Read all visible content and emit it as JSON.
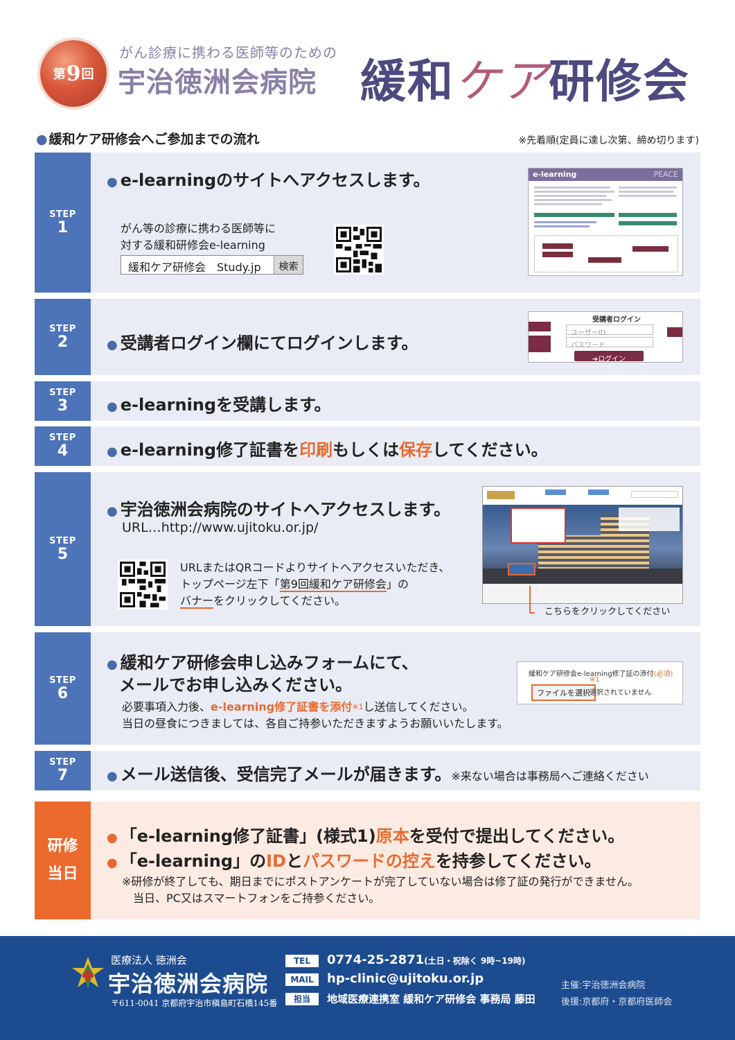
{
  "header": {
    "badge_num": "9",
    "badge_pre": "第",
    "badge_post": "回",
    "subtitle": "がん診療に携わる医師等のための",
    "hospital": "宇治徳洲会病院",
    "title_a": "緩和",
    "title_care": "ケア",
    "title_b": "研修会"
  },
  "flow": {
    "heading": "緩和ケア研修会へご参加までの流れ",
    "note": "※先着順(定員に達し次第、締め切ります)"
  },
  "step_label": "STEP",
  "steps": {
    "s1": {
      "num": "1",
      "lead": "e-learningのサイトへアクセスします。",
      "desc1": "がん等の診療に携わる医師等に",
      "desc2": "対する緩和研修会e-learning",
      "search_text": "緩和ケア研修会　Study.jp",
      "search_btn": "検索",
      "shot_title": "e-learning",
      "shot_brand": "PEACE"
    },
    "s2": {
      "num": "2",
      "lead": "受講者ログイン欄にてログインします。",
      "shot_title": "受講者ログイン",
      "user_ph": "ユーザーID",
      "pass_ph": "パスワード",
      "login_btn": "ログイン"
    },
    "s3": {
      "num": "3",
      "lead": "e-learningを受講します。"
    },
    "s4": {
      "num": "4",
      "lead_a": "e-learning修了証書を",
      "lead_print": "印刷",
      "lead_b": "もしくは",
      "lead_save": "保存",
      "lead_c": "してください。"
    },
    "s5": {
      "num": "5",
      "lead": "宇治徳洲会病院のサイトへアクセスします。",
      "url": "URL…http://www.ujitoku.or.jp/",
      "desc1": "URLまたはQRコードよりサイトへアクセスいただき、",
      "desc2_a": "トップページ左下「",
      "desc2_banner": "第9回緩和ケア研修会",
      "desc2_b": "」の",
      "desc3_a": "バナー",
      "desc3_b": "をクリックしてください。",
      "click_note": "こちらをクリックしてください"
    },
    "s6": {
      "num": "6",
      "lead1": "緩和ケア研修会申し込みフォームにて、",
      "lead2": "メールでお申し込みください。",
      "desc1_a": "必要事項入力後、",
      "desc1_hl": "e-learning修了証書を添付",
      "desc1_mark": "※1",
      "desc1_b": "し送信してください。",
      "desc2": "当日の昼食につきましては、各自ご持参いただきますようお願いいたします。",
      "form_label": "緩和ケア研修会e-learning修了証の添付",
      "form_req": "(必須)",
      "form_mark": "※1",
      "file_btn": "ファイルを選択",
      "file_status": "選択されていません"
    },
    "s7": {
      "num": "7",
      "lead": "メール送信後、受信完了メールが届きます。",
      "note": "※来ない場合は事務局へご連絡ください"
    }
  },
  "dayof": {
    "label1": "研修",
    "label2": "当日",
    "line1_a": "「e-learning修了証書」(様式1)",
    "line1_hl": "原本",
    "line1_b": "を受付で提出してください。",
    "line2_a": "「e-learning」の",
    "line2_id": "ID",
    "line2_b": "と",
    "line2_pw": "パスワードの控え",
    "line2_c": "を持参してください。",
    "note1": "※研修が終了しても、期日までにポストアンケートが完了していない場合は修了証の発行ができません。",
    "note2": "当日、PC又はスマートフォンをご持参ください。"
  },
  "footer": {
    "corp": "医療法人 徳洲会",
    "name": "宇治徳洲会病院",
    "address": "〒611-0041 京都府宇治市槇島町石橋145番",
    "tel_tag": "TEL",
    "tel": "0774-25-2871",
    "tel_note": "(土日・祝除く 9時~19時)",
    "mail_tag": "MAIL",
    "mail": "hp-clinic@ujitoku.or.jp",
    "staff_tag": "担当",
    "staff": "地域医療連携室 緩和ケア研修会 事務局 藤田",
    "host": "主催:宇治徳洲会病院",
    "support": "後援:京都府・京都府医師会"
  },
  "colors": {
    "step_blue": "#4d74b8",
    "accent_orange": "#e8692f",
    "footer_navy": "#1d4b8f",
    "title_purple": "#4d4a80"
  }
}
